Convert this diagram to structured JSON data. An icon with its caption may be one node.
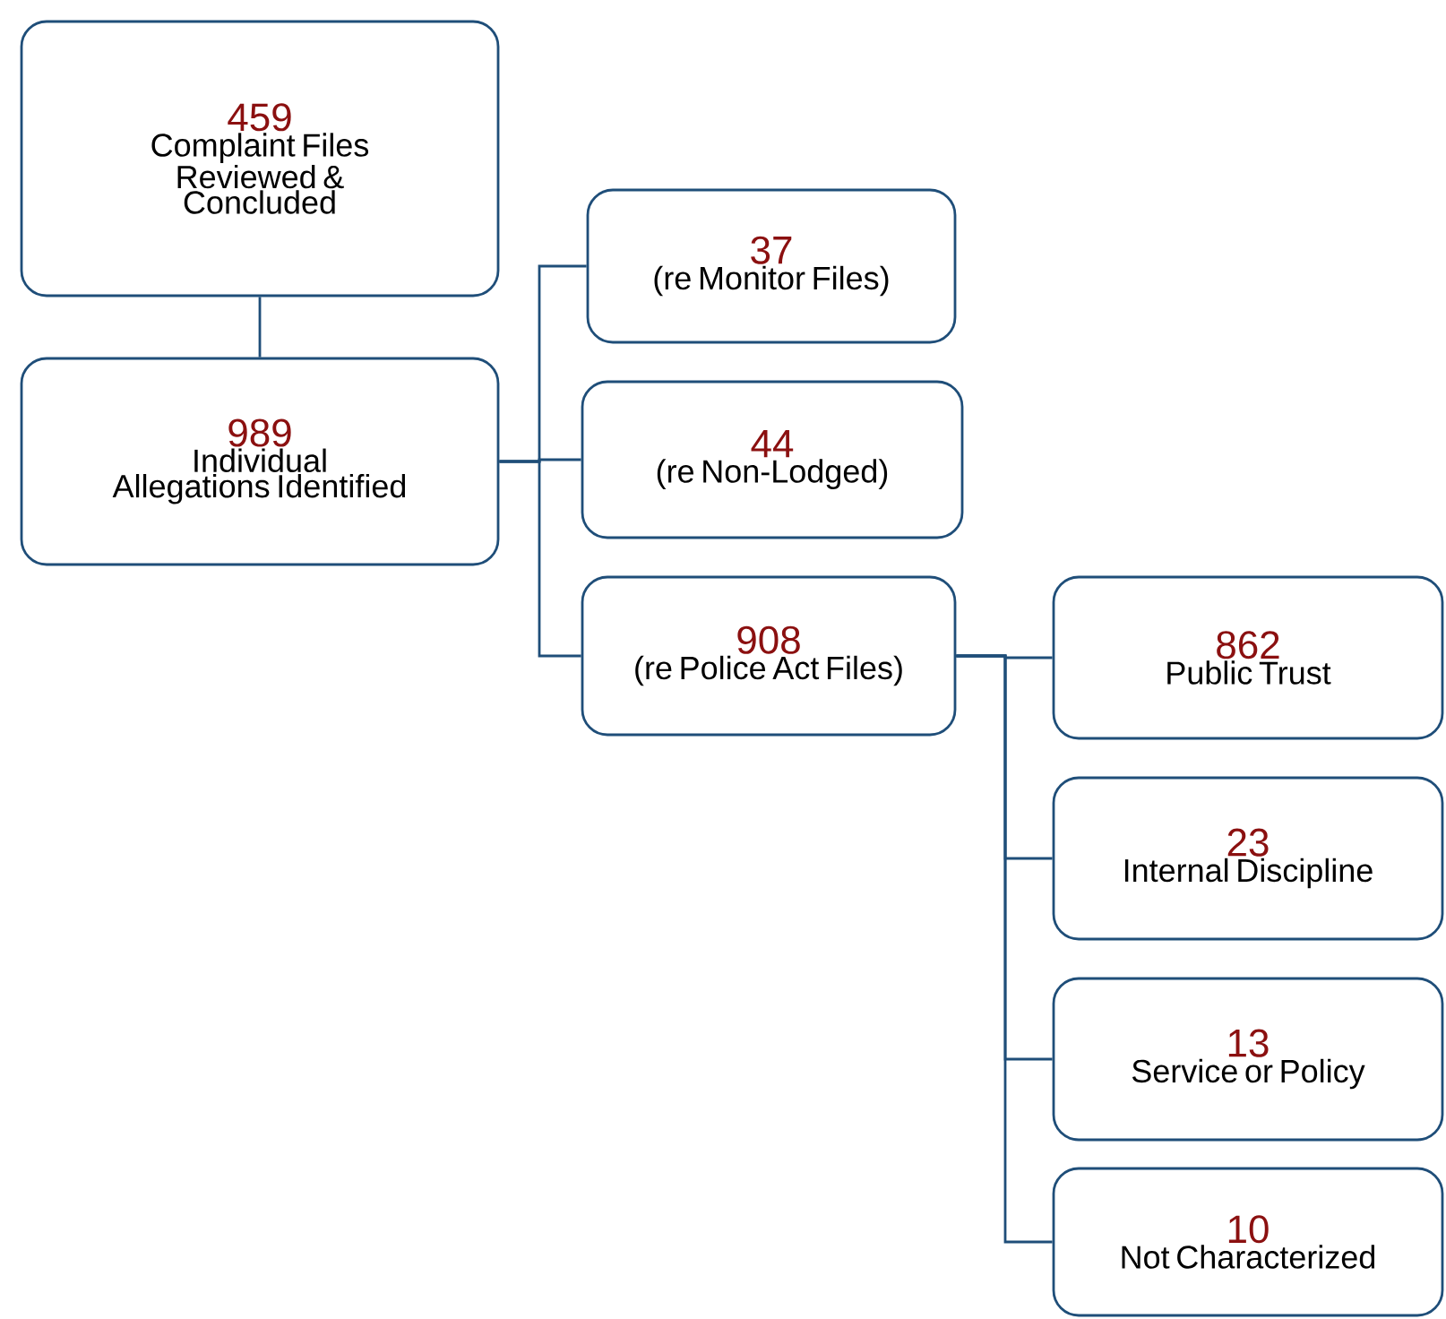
{
  "diagram": {
    "nodes": [
      {
        "text": [
          "459",
          "Complaint Files Reviewed & Concluded"
        ]
      },
      {
        "text": [
          "989",
          "Individual Allegations Identified"
        ]
      },
      {
        "text": [
          "37",
          "(re Monitor Files)"
        ]
      },
      {
        "text": [
          "44",
          "(re Non-Lodged)"
        ]
      },
      {
        "text": [
          "908",
          "(re Police Act Files)"
        ]
      },
      {
        "text": [
          "862",
          "Public Trust"
        ]
      },
      {
        "text": [
          "23",
          "Internal Discipline"
        ]
      },
      {
        "text": [
          "13",
          "Service or Policy"
        ]
      },
      {
        "text": [
          "10",
          "Not Characterized"
        ]
      }
    ],
    "edges": [
      {
        "from": 0,
        "to": 1,
        "arrow": "none"
      },
      {
        "from": 1,
        "to": 2,
        "arrow": "none"
      },
      {
        "from": 1,
        "to": 3,
        "arrow": "none"
      },
      {
        "from": 1,
        "to": 4,
        "arrow": "none"
      },
      {
        "from": 4,
        "to": 5,
        "arrow": "none"
      },
      {
        "from": 4,
        "to": 6,
        "arrow": "none"
      },
      {
        "from": 4,
        "to": 7,
        "arrow": "none"
      },
      {
        "from": 4,
        "to": 8,
        "arrow": "none"
      }
    ]
  }
}
